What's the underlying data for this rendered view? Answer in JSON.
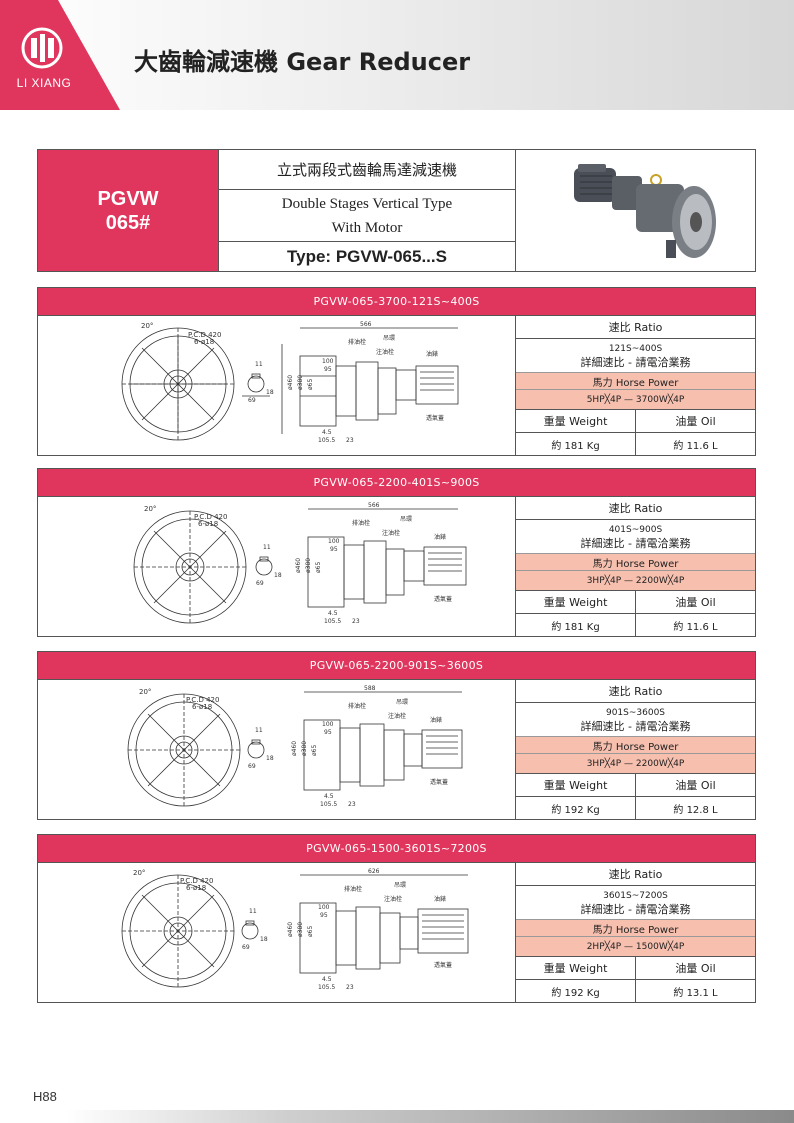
{
  "header": {
    "brand": "LI XIANG",
    "title": "大齒輪減速機 Gear Reducer",
    "brand_color": "#e0355c"
  },
  "product": {
    "model_line1": "PGVW",
    "model_line2": "065#",
    "name_cn": "立式兩段式齒輪馬達減速機",
    "name_en_line1": "Double Stages Vertical Type",
    "name_en_line2": "With Motor",
    "type_label": "Type: PGVW-065...S"
  },
  "drawing_labels": {
    "angle": "20°",
    "pcd": "P.C.D 420",
    "holes": "6-ø18",
    "keyway_h": "11",
    "keyway_w": "69",
    "keyway_d": "18",
    "dia1": "ø460",
    "dia2": "ø380",
    "dia3": "ø65",
    "dim100": "100",
    "dim95": "95",
    "dim45": "4.5",
    "dim1055": "105.5",
    "dim23": "23",
    "drain_plug": "排油栓",
    "lift_ring": "吊環",
    "fill_plug": "注油栓",
    "oil_gauge": "油錶",
    "vent_cap": "透氣蓋"
  },
  "specs": [
    {
      "title": "PGVW-065-3700-121S~400S",
      "length": "566",
      "ratio_label": "速比 Ratio",
      "ratio_value": "121S~400S",
      "ratio_note": "詳細速比 - 請電洽業務",
      "hp_label": "馬力 Horse Power",
      "hp_value": "5HP╳4P — 3700W╳4P",
      "weight_label": "重量 Weight",
      "oil_label": "油量 Oil",
      "weight_value": "約 181 Kg",
      "oil_value": "約 11.6 L"
    },
    {
      "title": "PGVW-065-2200-401S~900S",
      "length": "566",
      "ratio_label": "速比 Ratio",
      "ratio_value": "401S~900S",
      "ratio_note": "詳細速比 - 請電洽業務",
      "hp_label": "馬力 Horse Power",
      "hp_value": "3HP╳4P — 2200W╳4P",
      "weight_label": "重量 Weight",
      "oil_label": "油量 Oil",
      "weight_value": "約 181 Kg",
      "oil_value": "約 11.6 L"
    },
    {
      "title": "PGVW-065-2200-901S~3600S",
      "length": "588",
      "ratio_label": "速比 Ratio",
      "ratio_value": "901S~3600S",
      "ratio_note": "詳細速比 - 請電洽業務",
      "hp_label": "馬力 Horse Power",
      "hp_value": "3HP╳4P — 2200W╳4P",
      "weight_label": "重量 Weight",
      "oil_label": "油量 Oil",
      "weight_value": "約 192 Kg",
      "oil_value": "約 12.8 L"
    },
    {
      "title": "PGVW-065-1500-3601S~7200S",
      "length": "626",
      "ratio_label": "速比 Ratio",
      "ratio_value": "3601S~7200S",
      "ratio_note": "詳細速比 - 請電洽業務",
      "hp_label": "馬力 Horse Power",
      "hp_value": "2HP╳4P — 1500W╳4P",
      "weight_label": "重量 Weight",
      "oil_label": "油量 Oil",
      "weight_value": "約 192 Kg",
      "oil_value": "約 13.1 L"
    }
  ],
  "footer": {
    "page_number": "H88"
  }
}
